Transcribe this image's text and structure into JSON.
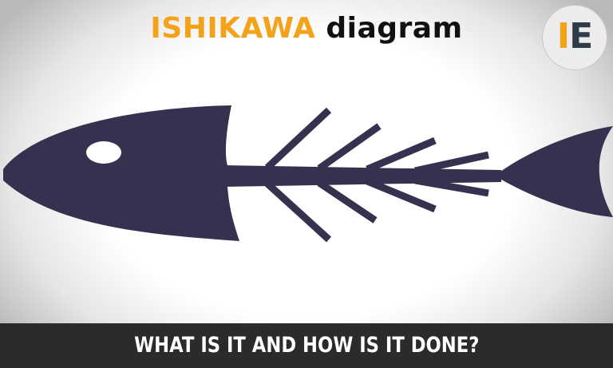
{
  "title": {
    "accent": "ISHIKAWA",
    "rest": "diagram"
  },
  "logo": {
    "letter1": "I",
    "letter2": "E"
  },
  "subtitle": "WHAT IS IT AND HOW IS IT DONE?",
  "colors": {
    "accent": "#f5a21b",
    "fish": "#34324f",
    "bar": "#2b2b2b",
    "text_dark": "#111111",
    "logo_e": "#2f3b48"
  },
  "icons": {
    "fish": "fish-skeleton-icon"
  }
}
